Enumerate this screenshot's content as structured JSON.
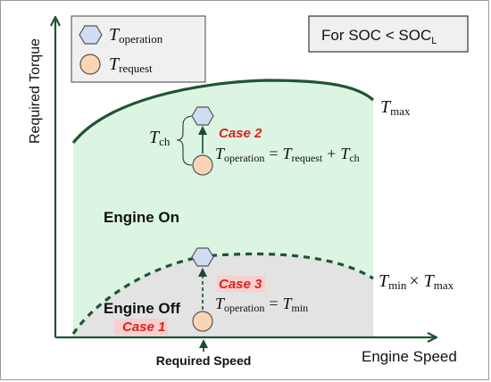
{
  "axes": {
    "y_label": "Required Torque",
    "x_label": "Engine Speed",
    "x_marker_label": "Required Speed"
  },
  "condition_box": {
    "prefix": "For SOC < SOC",
    "subscript": "L"
  },
  "legend": {
    "items": [
      {
        "symbol": "hexagon-icon",
        "var": "T",
        "sub": "operation",
        "color": "#cfdcf2"
      },
      {
        "symbol": "circle-icon",
        "var": "T",
        "sub": "request",
        "color": "#fad5b5"
      }
    ]
  },
  "curves": {
    "max": {
      "var": "T",
      "sub": "max"
    },
    "min": {
      "var1": "T",
      "sub1": "min",
      "times": "×",
      "var2": "T",
      "sub2": "max"
    }
  },
  "regions": {
    "engine_on": "Engine On",
    "engine_off": "Engine Off"
  },
  "cases": {
    "case1": "Case 1",
    "case2": "Case 2",
    "case3": "Case 3"
  },
  "equations": {
    "case2": {
      "lhs_var": "T",
      "lhs_sub": "operation",
      "eq": "=",
      "r1_var": "T",
      "r1_sub": "request",
      "plus": "+",
      "r2_var": "T",
      "r2_sub": "ch"
    },
    "case3": {
      "lhs_var": "T",
      "lhs_sub": "operation",
      "eq": "=",
      "r1_var": "T",
      "r1_sub": "min"
    }
  },
  "charge_label": {
    "var": "T",
    "sub": "ch"
  },
  "colors": {
    "engine_on_fill": "#dcf5e2",
    "engine_off_fill": "#e3e3e3",
    "curve": "#1e5532",
    "axis": "#1e5532",
    "hexagon_fill": "#cfdcf2",
    "circle_fill": "#fad5b5"
  }
}
